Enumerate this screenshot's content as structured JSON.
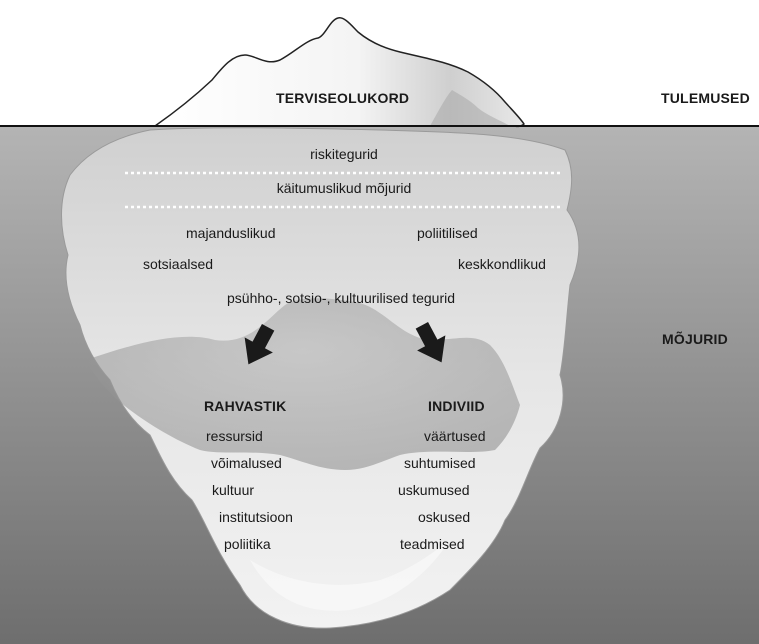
{
  "above_water": {
    "label": "TERVISEOLUKORD",
    "side_label": "TULEMUSED"
  },
  "below_water": {
    "side_label": "MÕJURID",
    "layer_1": "riskitegurid",
    "layer_2": "käitumuslikud mõjurid",
    "factors": [
      "majanduslikud",
      "poliitilised",
      "sotsiaalsed",
      "keskkondlikud"
    ],
    "combined": "psühho-, sotsio-, kultuurilised tegurid"
  },
  "population": {
    "heading": "RAHVASTIK",
    "items": [
      "ressursid",
      "võimalused",
      "kultuur",
      "institutsioon",
      "poliitika"
    ]
  },
  "individual": {
    "heading": "INDIVIID",
    "items": [
      "väärtused",
      "suhtumised",
      "uskumused",
      "oskused",
      "teadmised"
    ]
  },
  "colors": {
    "water_top": "#b2b2b2",
    "water_bottom": "#6f6f6f",
    "ice": "#dedede",
    "waterline": "#111111"
  }
}
